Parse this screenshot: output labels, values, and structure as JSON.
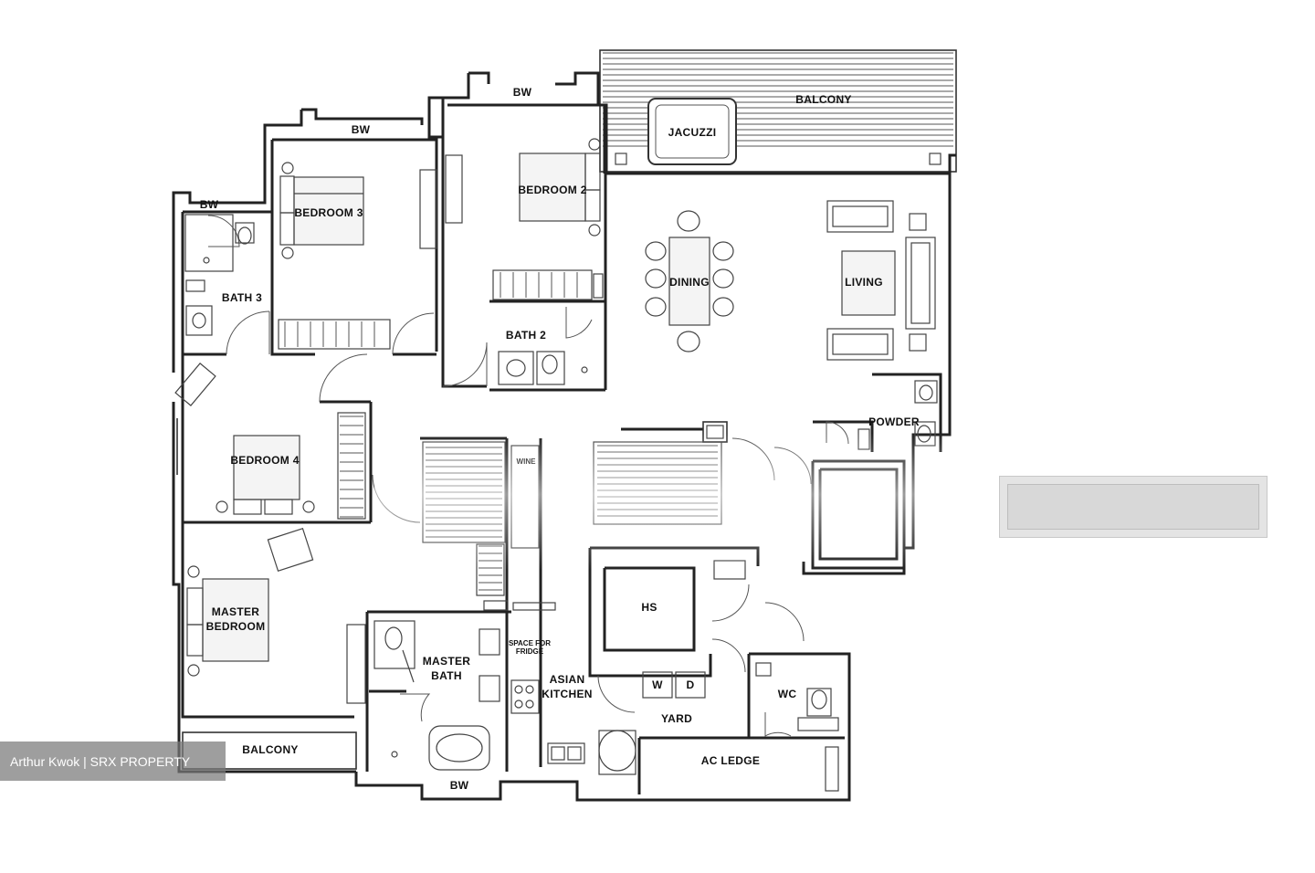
{
  "rooms": {
    "bw": "BW",
    "balcony": "BALCONY",
    "jacuzzi": "JACUZZI",
    "bedroom3": "BEDROOM 3",
    "bedroom2": "BEDROOM 2",
    "bath3": "BATH 3",
    "bath2": "BATH 2",
    "dining": "DINING",
    "living": "LIVING",
    "powder": "POWDER",
    "bedroom4": "BEDROOM 4",
    "wine": "WINE",
    "master_bedroom_line1": "MASTER",
    "master_bedroom_line2": "BEDROOM",
    "master_bath_line1": "MASTER",
    "master_bath_line2": "BATH",
    "space_for_fridge_line1": "SPACE FOR",
    "space_for_fridge_line2": "FRIDGE",
    "asian_kitchen_line1": "ASIAN",
    "asian_kitchen_line2": "KITCHEN",
    "hs": "HS",
    "w": "W",
    "d": "D",
    "yard": "YARD",
    "wc": "WC",
    "ac_ledge": "AC LEDGE"
  },
  "watermark": "Arthur Kwok | SRX PROPERTY"
}
